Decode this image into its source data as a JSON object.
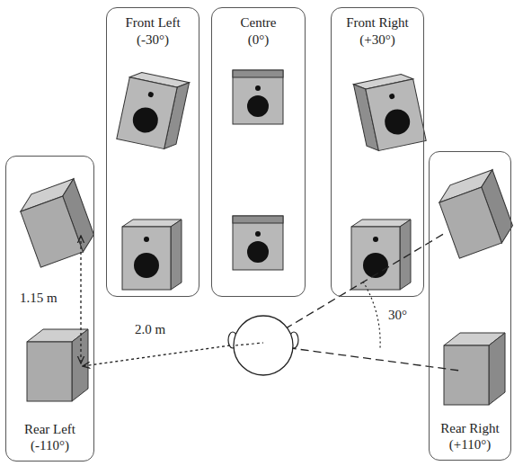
{
  "diagram": {
    "nodes": [
      {
        "text": [
          "Front Left (-30°)"
        ]
      },
      {
        "text": [
          "Centre (0°)"
        ]
      },
      {
        "text": [
          "Front Right (+30°)"
        ]
      },
      {
        "text": [
          "Rear Left (-110°)"
        ]
      },
      {
        "text": [
          "Rear Right (+110°)"
        ]
      }
    ],
    "labels": [
      "1.15 m",
      "2.0 m",
      "30°"
    ]
  }
}
